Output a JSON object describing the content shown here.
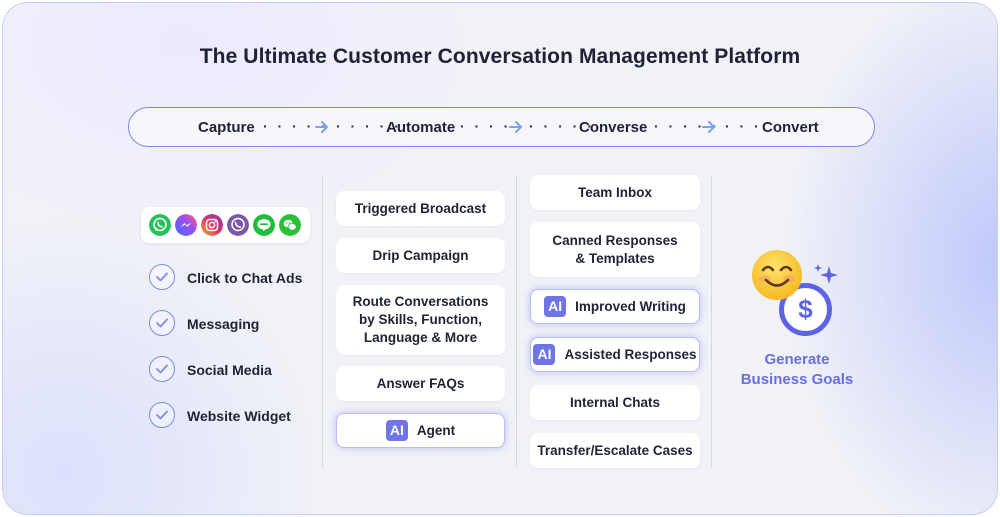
{
  "title": "The Ultimate Customer Conversation Management Platform",
  "flow": {
    "stages": [
      "Capture",
      "Automate",
      "Converse",
      "Convert"
    ],
    "dots": [
      "· · · · ·",
      "· · · · ·",
      "· · · · ·",
      "· · · · ·",
      "· · · · ·",
      "· · ·"
    ]
  },
  "capture": {
    "channels": [
      {
        "icon": "whatsapp-icon",
        "color": "#25c05a"
      },
      {
        "icon": "messenger-icon",
        "color": "#7a5cf5"
      },
      {
        "icon": "instagram-icon",
        "color": "#e33f7a"
      },
      {
        "icon": "viber-icon",
        "color": "#7b58a8"
      },
      {
        "icon": "line-icon",
        "color": "#1fbd3c"
      },
      {
        "icon": "wechat-icon",
        "color": "#2bc036"
      }
    ],
    "items": [
      "Click to Chat Ads",
      "Messaging",
      "Social Media",
      "Website Widget"
    ]
  },
  "automate": {
    "items": [
      "Triggered Broadcast",
      "Drip Campaign",
      "Route Conversations",
      "by Skills, Function,",
      "Language & More",
      "Answer FAQs",
      "Agent"
    ]
  },
  "converse": {
    "items": [
      "Team Inbox",
      "Canned Responses",
      "& Templates",
      "Improved Writing",
      "Assisted Responses",
      "Internal Chats",
      "Transfer/Escalate Cases"
    ]
  },
  "ai_badge": "AI",
  "convert": {
    "line1": "Generate",
    "line2": "Business Goals",
    "coin_symbol": "$"
  },
  "colors": {
    "accent": "#6f74e6",
    "flow_border": "#7f86e8",
    "arrow": "#7aa3ee",
    "goal_text": "#6a6fe0"
  }
}
